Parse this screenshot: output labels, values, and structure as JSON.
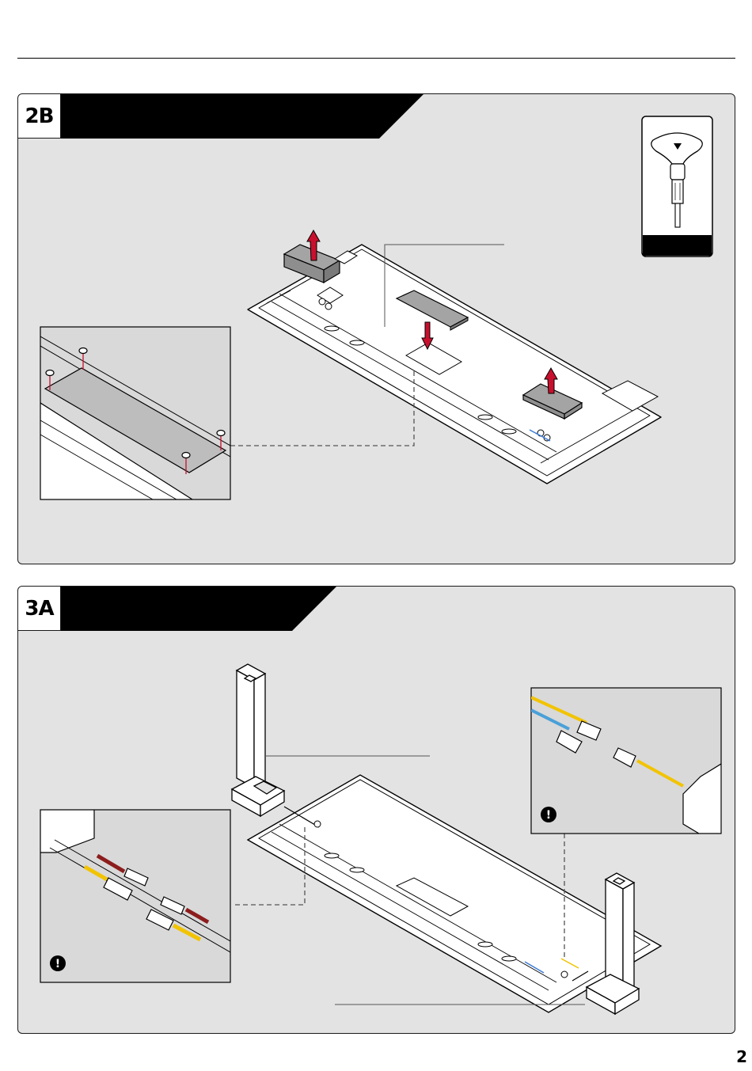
{
  "steps": [
    {
      "id": "2B",
      "label": "2B"
    },
    {
      "id": "3A",
      "label": "3A"
    }
  ],
  "tool": {
    "icon": "screwdriver-icon"
  },
  "notices": [
    {
      "icon": "exclamation-icon",
      "symbol": "!"
    },
    {
      "icon": "exclamation-icon",
      "symbol": "!"
    }
  ],
  "cable_colors": {
    "red": "#8c1d1d",
    "yellow": "#f2c300",
    "blue": "#4aa0d8"
  },
  "arrow_color": "#c8102e",
  "page": {
    "number": "2"
  }
}
